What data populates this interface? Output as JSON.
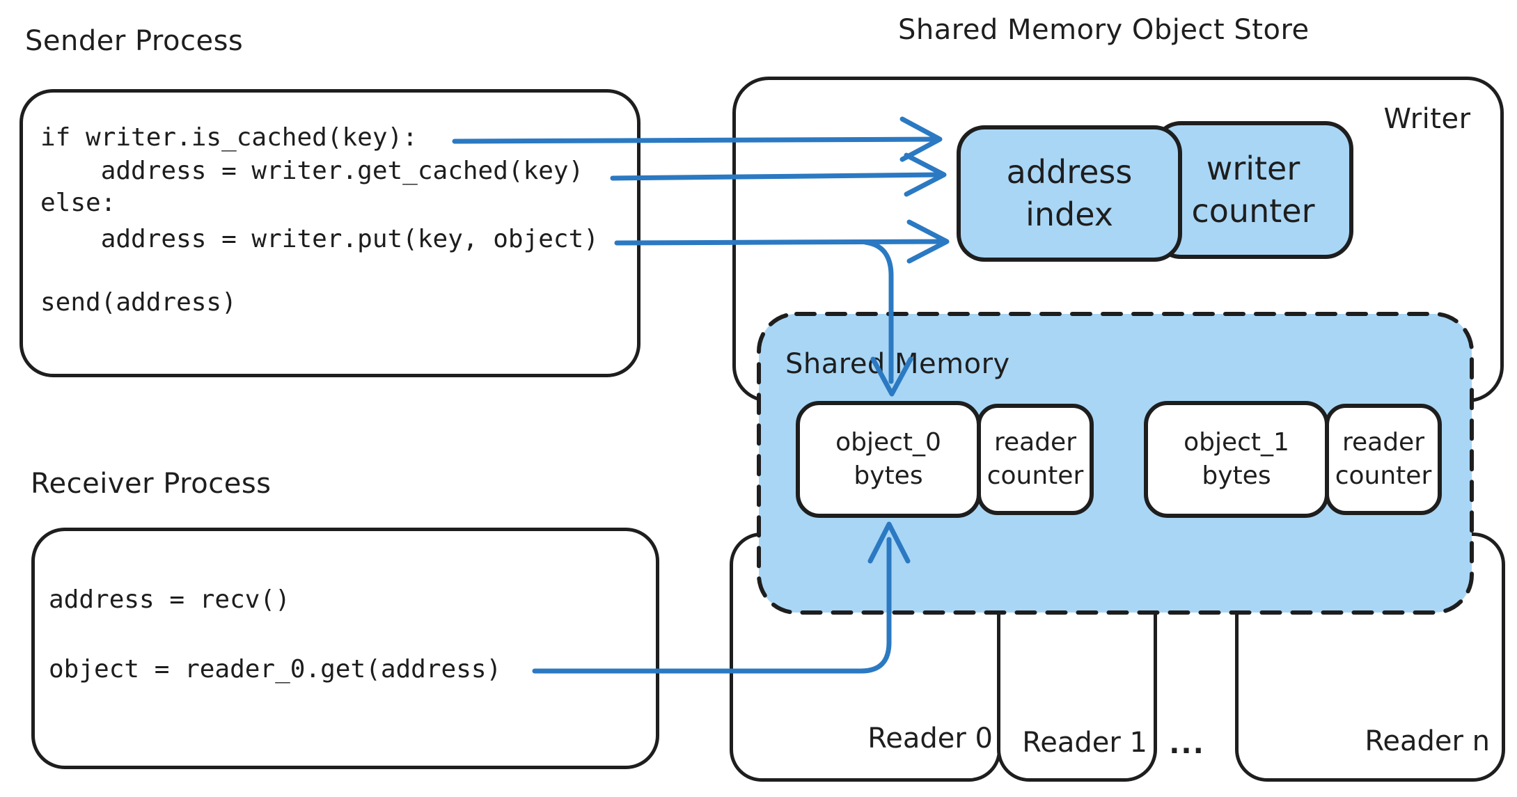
{
  "colors": {
    "ink": "#1e1e1e",
    "light_blue_fill": "#a9d6f5",
    "arrow_blue": "#2b79c2",
    "background": "#ffffff"
  },
  "titles": {
    "sender": "Sender Process",
    "store": "Shared Memory Object Store",
    "receiver": "Receiver Process"
  },
  "sender_code": {
    "line1": "if writer.is_cached(key):",
    "line2": "    address = writer.get_cached(key)",
    "line3": "else:",
    "line4": "    address = writer.put(key, object)",
    "line5": "send(address)"
  },
  "receiver_code": {
    "line1": "address = recv()",
    "line2": "object = reader_0.get(address)"
  },
  "writer_region": {
    "label": "Writer",
    "address_index": "address\nindex",
    "writer_counter": "writer\ncounter"
  },
  "shared_memory": {
    "label": "Shared Memory",
    "object0": "object_0\nbytes",
    "object0_counter": "reader\ncounter",
    "object1": "object_1\nbytes",
    "object1_counter": "reader\ncounter"
  },
  "readers": {
    "reader0": "Reader 0",
    "reader1": "Reader 1",
    "ellipsis": "...",
    "readern": "Reader n"
  }
}
